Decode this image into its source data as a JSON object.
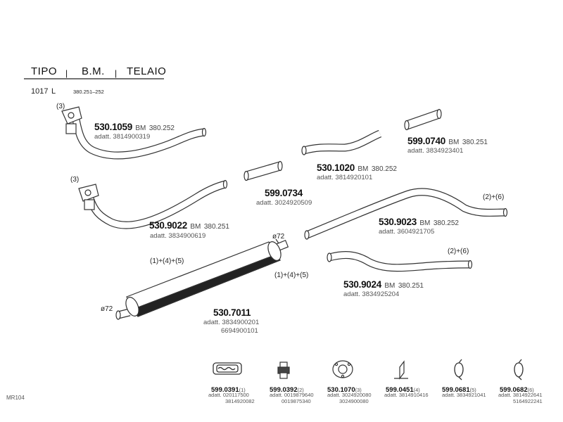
{
  "header": {
    "col1": "TIPO",
    "col2": "B.M.",
    "col3": "TELAIO",
    "type_value": "1017",
    "type_suffix": "L",
    "chassis_range": "380.251–252"
  },
  "parts": [
    {
      "id": "p1059",
      "number": "530.1059",
      "spec": "BM",
      "ref": "380.252",
      "adapt": "adatt. 3814900319",
      "note": "(3)"
    },
    {
      "id": "p9022",
      "number": "530.9022",
      "spec": "BM",
      "ref": "380.251",
      "adapt": "adatt. 3834900619",
      "note": "(3)"
    },
    {
      "id": "p0734",
      "number": "599.0734",
      "adapt": "adatt. 3024920509"
    },
    {
      "id": "p1020",
      "number": "530.1020",
      "spec": "BM",
      "ref": "380.252",
      "adapt": "adatt. 3814920101"
    },
    {
      "id": "p0740",
      "number": "599.0740",
      "spec": "BM",
      "ref": "380.251",
      "adapt": "adatt. 3834923401"
    },
    {
      "id": "p9023",
      "number": "530.9023",
      "spec": "BM",
      "ref": "380.252",
      "adapt": "adatt. 3604921705",
      "note": "(2)+(6)"
    },
    {
      "id": "p9024",
      "number": "530.9024",
      "spec": "BM",
      "ref": "380.251",
      "adapt": "adatt. 3834925204",
      "note": "(2)+(6)"
    },
    {
      "id": "p7011",
      "number": "530.7011",
      "adapt1": "adatt. 3834900201",
      "adapt2": "6694900101",
      "note_left": "(1)+(4)+(5)",
      "note_right": "(1)+(4)+(5)",
      "dia_left": "ø72",
      "dia_right": "ø72"
    }
  ],
  "accessories": [
    {
      "number": "599.0391",
      "note": "(1)",
      "adapt1": "adatt. 020117500",
      "adapt2": "3814920082",
      "icon": "gasket-ring-icon"
    },
    {
      "number": "599.0392",
      "note": "(2)",
      "adapt1": "adatt. 0019879640",
      "adapt2": "0019875340",
      "icon": "rubber-mount-icon"
    },
    {
      "number": "530.1070",
      "note": "(3)",
      "adapt1": "adatt. 3024920080",
      "adapt2": "3024900080",
      "icon": "flange-gasket-icon"
    },
    {
      "number": "599.0451",
      "note": "(4)",
      "adapt1": "adatt. 3814910416",
      "adapt2": "",
      "icon": "bracket-icon"
    },
    {
      "number": "599.0681",
      "note": "(5)",
      "adapt1": "adatt. 3834921041",
      "adapt2": "",
      "icon": "clamp-icon"
    },
    {
      "number": "599.0682",
      "note": "(6)",
      "adapt1": "adatt. 3814922641",
      "adapt2": "5164922241",
      "icon": "clamp-icon"
    }
  ],
  "footer": {
    "code": "MR104"
  }
}
